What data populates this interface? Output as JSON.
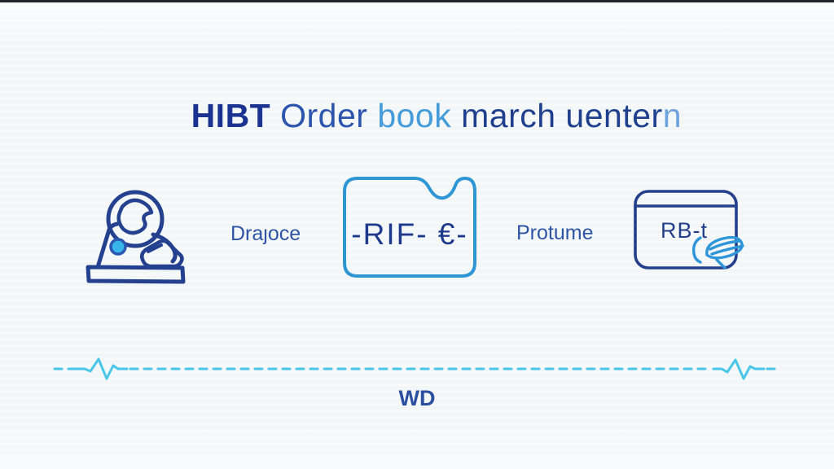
{
  "canvas": {
    "background": "#f4f7f8",
    "top_strip_color": "#20242a"
  },
  "title": {
    "full_text": "HIBT Order book march uentern",
    "parts": [
      {
        "text": "HIBT",
        "color": "#1b3390"
      },
      {
        "text": " Order ",
        "color": "#2b54ad"
      },
      {
        "text": "book",
        "color": "#449bd9"
      },
      {
        "text": " march uenter",
        "color": "#1e3f8e"
      },
      {
        "text": "n",
        "color": "#6ea3e0"
      }
    ]
  },
  "diagram": {
    "icons": {
      "left": "person-at-desk-illustration",
      "middle": "notched-card-outline",
      "right": "box-with-pen-scribble"
    },
    "label_1": "Draȷoce",
    "card_text": "-RIF- €-",
    "label_2": "Protume",
    "box_text": "RB-t",
    "caption": "WD"
  },
  "colors": {
    "navy_stroke": "#24418f",
    "navy_text": "#1d3a8c",
    "card_stroke": "#2f96d6",
    "scribble_blue": "#2e96d8",
    "dash_cyan": "#4ac6e8",
    "dot_fill": "#38b6ea",
    "dot_ring": "#2a57b0",
    "label_text": "#2e55a5",
    "caption_text": "#2b4f9f"
  }
}
